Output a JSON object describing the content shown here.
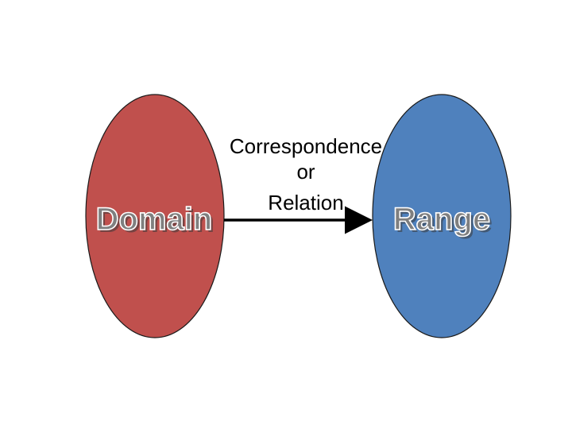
{
  "diagram": {
    "domain_label": "Domain",
    "range_label": "Range",
    "relation_line1": "Correspondence",
    "relation_line2": "or",
    "relation_line3": "Relation",
    "colors": {
      "domain_fill": "#c0504d",
      "range_fill": "#4f81bd",
      "outline": "#1a1a1a",
      "arrow": "#000000"
    }
  }
}
